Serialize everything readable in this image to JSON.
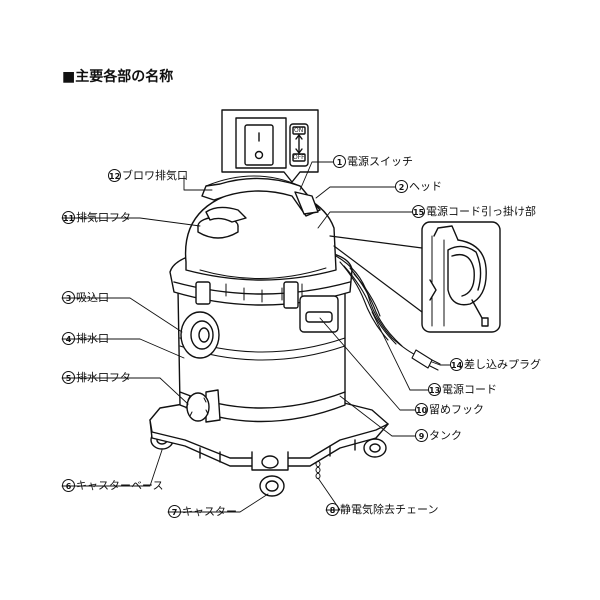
{
  "title": "■主要各部の名称",
  "switch_panel": {
    "on_label": "ON",
    "off_label": "OFF"
  },
  "parts": [
    {
      "num": "1",
      "name": "電源スイッチ"
    },
    {
      "num": "2",
      "name": "ヘッド"
    },
    {
      "num": "3",
      "name": "吸込口"
    },
    {
      "num": "4",
      "name": "排水口"
    },
    {
      "num": "5",
      "name": "排水口フタ"
    },
    {
      "num": "6",
      "name": "キャスターベース"
    },
    {
      "num": "7",
      "name": "キャスター"
    },
    {
      "num": "8",
      "name": "静電気除去チェーン"
    },
    {
      "num": "9",
      "name": "タンク"
    },
    {
      "num": "10",
      "name": "留めフック"
    },
    {
      "num": "11",
      "name": "排気口フタ"
    },
    {
      "num": "12",
      "name": "ブロワ排気口"
    },
    {
      "num": "13",
      "name": "電源コード"
    },
    {
      "num": "14",
      "name": "差し込みプラグ"
    },
    {
      "num": "15",
      "name": "電源コード引っ掛け部"
    }
  ]
}
